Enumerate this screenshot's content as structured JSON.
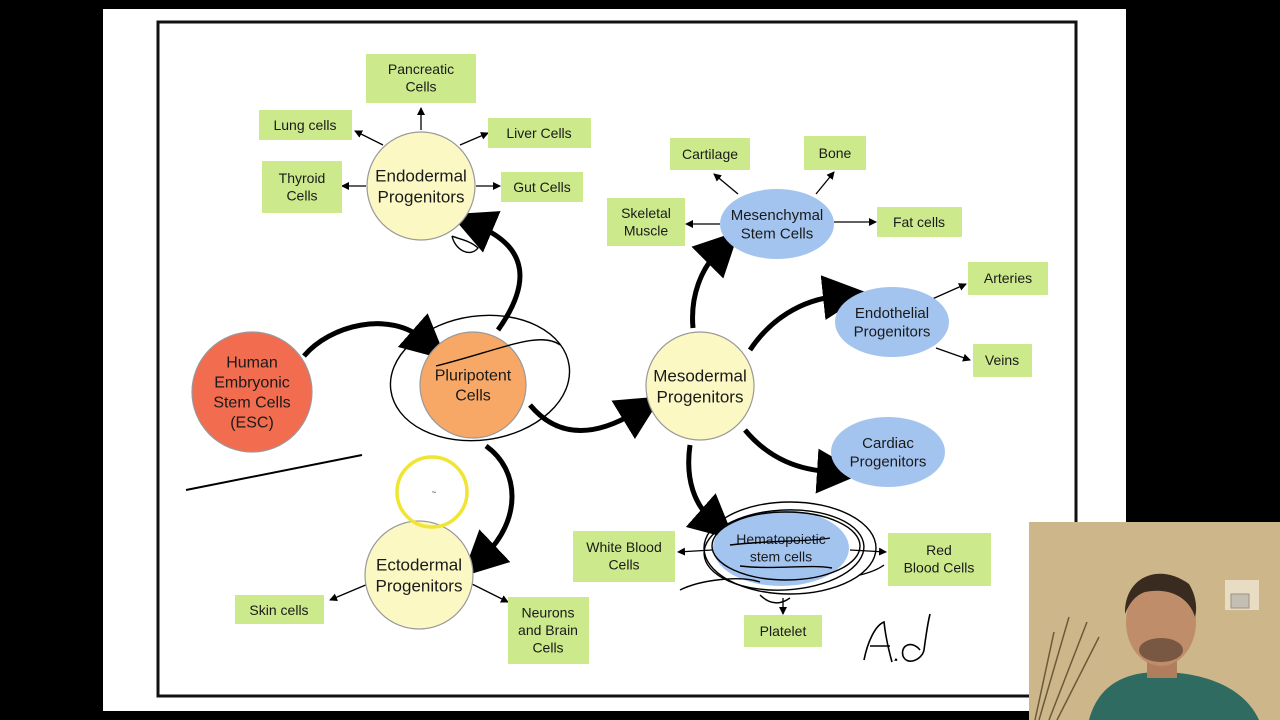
{
  "diagram": {
    "source": {
      "text": [
        "Human",
        "Embryonic",
        "Stem Cells",
        "(ESC)"
      ],
      "color": "#f26c4f"
    },
    "pluripotent": {
      "text": [
        "Pluripotent",
        "Cells"
      ],
      "color": "#f7a866"
    },
    "germ_layers": [
      {
        "key": "endodermal",
        "text": [
          "Endodermal",
          "Progenitors"
        ]
      },
      {
        "key": "mesodermal",
        "text": [
          "Mesodermal",
          "Progenitors"
        ]
      },
      {
        "key": "ectodermal",
        "text": [
          "Ectodermal",
          "Progenitors"
        ]
      }
    ],
    "progenitors": [
      {
        "key": "mesenchymal",
        "text": [
          "Mesenchymal",
          "Stem Cells"
        ]
      },
      {
        "key": "endothelial",
        "text": [
          "Endothelial",
          "Progenitors"
        ]
      },
      {
        "key": "cardiac",
        "text": [
          "Cardiac",
          "Progenitors"
        ]
      },
      {
        "key": "hematopoietic",
        "text": [
          "Hematopoietic",
          "stem cells"
        ]
      }
    ],
    "cell_types": [
      {
        "key": "pancreatic",
        "text": [
          "Pancreatic",
          "Cells"
        ]
      },
      {
        "key": "lung",
        "text": [
          "Lung cells"
        ]
      },
      {
        "key": "liver",
        "text": [
          "Liver Cells"
        ]
      },
      {
        "key": "thyroid",
        "text": [
          "Thyroid",
          "Cells"
        ]
      },
      {
        "key": "gut",
        "text": [
          "Gut Cells"
        ]
      },
      {
        "key": "cartilage",
        "text": [
          "Cartilage"
        ]
      },
      {
        "key": "bone",
        "text": [
          "Bone"
        ]
      },
      {
        "key": "skeletal",
        "text": [
          "Skeletal",
          "Muscle"
        ]
      },
      {
        "key": "fat",
        "text": [
          "Fat cells"
        ]
      },
      {
        "key": "arteries",
        "text": [
          "Arteries"
        ]
      },
      {
        "key": "veins",
        "text": [
          "Veins"
        ]
      },
      {
        "key": "wbc",
        "text": [
          "White Blood",
          "Cells"
        ]
      },
      {
        "key": "rbc",
        "text": [
          "Red",
          "Blood Cells"
        ]
      },
      {
        "key": "platelet",
        "text": [
          "Platelet"
        ]
      },
      {
        "key": "skin",
        "text": [
          "Skin cells"
        ]
      },
      {
        "key": "neurons",
        "text": [
          "Neurons",
          "and Brain",
          "Cells"
        ]
      }
    ],
    "annotation": "Ad",
    "colors": {
      "germ_layer": "#fbf8c4",
      "progenitor": "#a4c4f0",
      "cell_type": "#ccea8c",
      "highlight": "#f0e532"
    }
  },
  "webcam": {
    "description": "presenter webcam feed"
  }
}
